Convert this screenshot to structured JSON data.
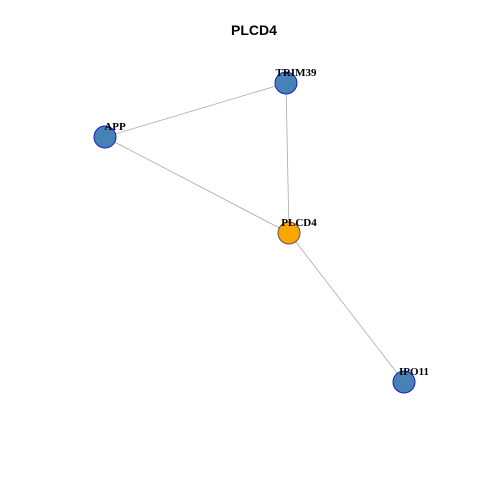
{
  "title": "PLCD4",
  "colors": {
    "hub_fill": "#FFA500",
    "hub_stroke": "#555555",
    "node_fill": "#4682B4",
    "node_stroke": "#1A1ACC",
    "edge": "#AAAAAA"
  },
  "nodes": [
    {
      "id": "TRIM39",
      "label": "TRIM39",
      "type": "neighbor"
    },
    {
      "id": "APP",
      "label": "APP",
      "type": "neighbor"
    },
    {
      "id": "PLCD4",
      "label": "PLCD4",
      "type": "hub"
    },
    {
      "id": "IPO11",
      "label": "IPO11",
      "type": "neighbor"
    }
  ],
  "edges": [
    {
      "source": "APP",
      "target": "TRIM39"
    },
    {
      "source": "TRIM39",
      "target": "PLCD4"
    },
    {
      "source": "APP",
      "target": "PLCD4"
    },
    {
      "source": "PLCD4",
      "target": "IPO11"
    }
  ]
}
